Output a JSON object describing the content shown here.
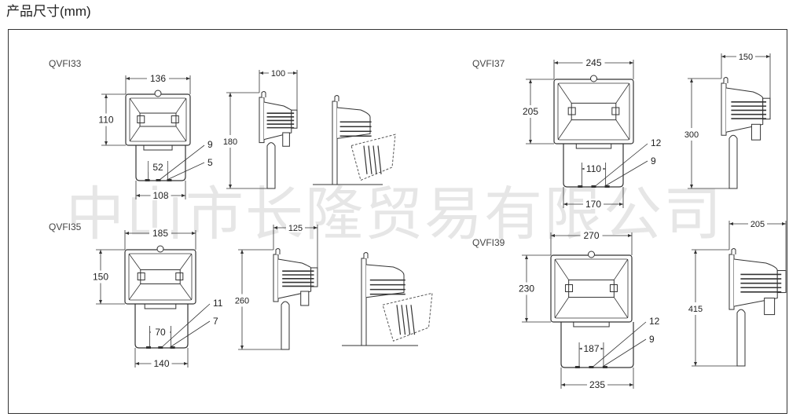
{
  "title": "产品尺寸(mm)",
  "watermark": "中山市长隆贸易有限公司",
  "models": [
    {
      "name": "QVFI33",
      "width": "136",
      "height": "110",
      "bracket_inner": "52",
      "bracket_width": "108",
      "callout_a": "9",
      "callout_b": "5",
      "depth": "100",
      "total_height": "180"
    },
    {
      "name": "QVFI35",
      "width": "185",
      "height": "150",
      "bracket_inner": "70",
      "bracket_width": "140",
      "callout_a": "11",
      "callout_b": "7",
      "depth": "125",
      "total_height": "260"
    },
    {
      "name": "QVFI37",
      "width": "245",
      "height": "205",
      "bracket_inner": "110",
      "bracket_width": "170",
      "callout_a": "12",
      "callout_b": "9",
      "depth": "150",
      "total_height": "300"
    },
    {
      "name": "QVFI39",
      "width": "270",
      "height": "230",
      "bracket_inner": "187",
      "bracket_width": "235",
      "callout_a": "12",
      "callout_b": "9",
      "depth": "205",
      "total_height": "415"
    }
  ]
}
